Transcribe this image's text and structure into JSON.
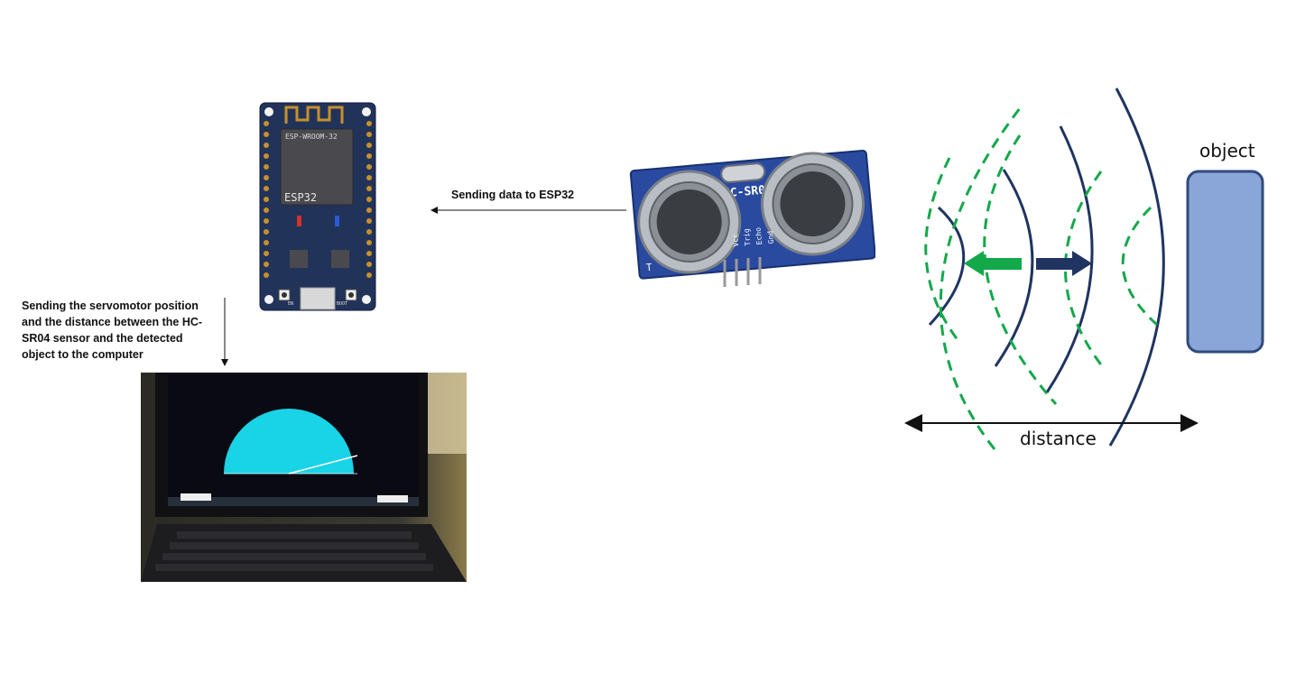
{
  "esp32": {
    "module_text": "ESP-WROOM-32",
    "chip_text": "ESP32",
    "button_left": "EN",
    "button_right": "BOOT"
  },
  "sensor": {
    "model": "HC-SR04",
    "pins": [
      "Vcc",
      "Trig",
      "Echo",
      "Gnd"
    ],
    "corner": "T"
  },
  "arrows": {
    "to_esp32": "Sending data to ESP32",
    "to_computer": "Sending the servomotor position and the distance between the HC-SR04 sensor and the detected object to the computer"
  },
  "diagram": {
    "object_label": "object",
    "distance_label": "distance"
  },
  "colors": {
    "board_blue": "#22335a",
    "sensor_blue": "#2a4aa0",
    "wave_navy": "#1f3460",
    "wave_green": "#13a84a",
    "object_fill": "#8aa6d8",
    "object_stroke": "#2f4a7e",
    "radar_cyan": "#19d3e6"
  }
}
